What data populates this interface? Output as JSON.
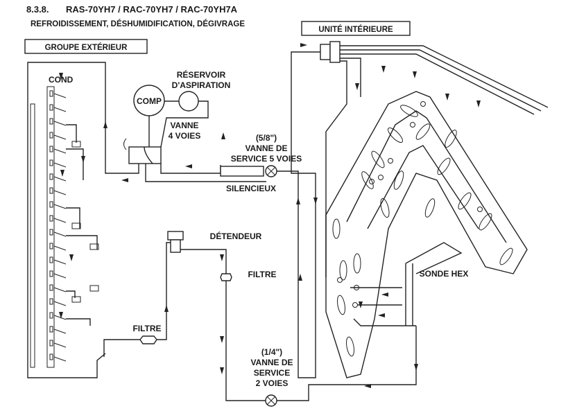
{
  "header": {
    "section": "8.3.8.",
    "model": "RAS-70YH7 / RAC-70YH7 / RAC-70YH7A",
    "subtitle": "REFROIDISSEMENT, DÉSHUMIDIFICATION, DÉGIVRAGE"
  },
  "outdoor": {
    "title": "GROUPE EXTÉRIEUR",
    "cond": "COND",
    "comp": "COMP",
    "accumulator": [
      "RÉSERVOIR",
      "D'ASPIRATION"
    ],
    "valve4": [
      "VANNE",
      "4 VOIES"
    ],
    "valve5_size": "(5/8\")",
    "valve5": [
      "VANNE DE",
      "SERVICE 5 VOIES"
    ],
    "silencer": "SILENCIEUX",
    "expansion": "DÉTENDEUR",
    "filter_right": "FILTRE",
    "filter_left": "FILTRE",
    "valve2_size": "(1/4\")",
    "valve2": [
      "VANNE DE",
      "SERVICE",
      "2 VOIES"
    ]
  },
  "indoor": {
    "title": "UNITÉ INTÉRIEURE",
    "sensor": "SONDE HEX"
  },
  "colors": {
    "ink": "#222222",
    "background": "#ffffff"
  }
}
